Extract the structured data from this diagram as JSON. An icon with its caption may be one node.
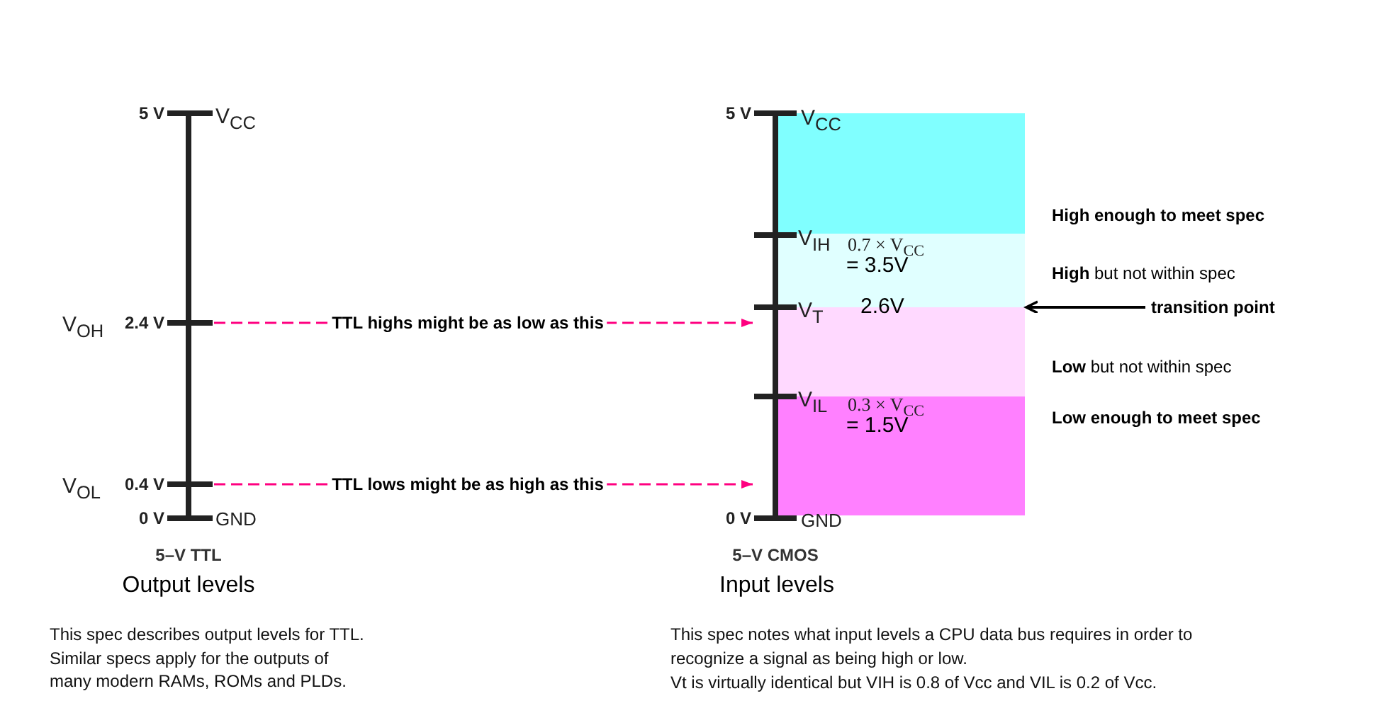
{
  "diagram": {
    "nodes": [
      {
        "text": [],
        "shape": "scale"
      },
      {
        "text": [],
        "shape": "scale"
      },
      {
        "text": [],
        "shape": "bar",
        "beside": [
          "High enough to meet spec"
        ]
      },
      {
        "text": [
          "0.7 × V$_{CC}$",
          "= 3.5V"
        ],
        "beside": [
          "**High** but not within spec"
        ]
      },
      {
        "text": [],
        "shape": "bar",
        "beside": [
          "**Low** but not within spec"
        ]
      },
      {
        "text": [
          "0.3 × V$_{CC}$",
          "= 1.5V"
        ],
        "beside": [
          "Low enough to meet spec"
        ]
      },
      {
        "text": [
          "transition point"
        ]
      }
    ],
    "edges": [
      {
        "from": 0,
        "to": 1,
        "arrow": "to",
        "label": "TTL highs might be as low as this",
        "style": "dashed",
        "color": "#ff0080"
      },
      {
        "from": 0,
        "to": 1,
        "arrow": "to",
        "label": "TTL lows might be as high as this",
        "style": "dashed",
        "color": "#ff0080"
      },
      {
        "from": 6,
        "to": 3,
        "arrow": "to",
        "color": "#000000"
      }
    ],
    "labels": [
      "5 V",
      "V$_{CC}$",
      "5 V",
      "V$_{CC}$",
      "V$_{IH}$",
      "V$_{T}$",
      "2.6V",
      "V$_{OH}$",
      "2.4 V",
      "V$_{IL}$",
      "V$_{OL}$",
      "0.4 V",
      "0 V",
      "GND",
      "0 V",
      "GND",
      "5–V TTL",
      "5–V CMOS",
      "Output levels",
      "Input levels",
      "This spec describes output levels for TTL. Similar specs apply for the outputs of many modern RAMs, ROMs and PLDs.",
      "This spec notes what input levels a CPU data bus requires in order to recognize a signal as being high or low.",
      "Vt is virtually identical but VIH is 0.8 of Vcc and VIL is 0.2 of Vcc."
    ]
  }
}
